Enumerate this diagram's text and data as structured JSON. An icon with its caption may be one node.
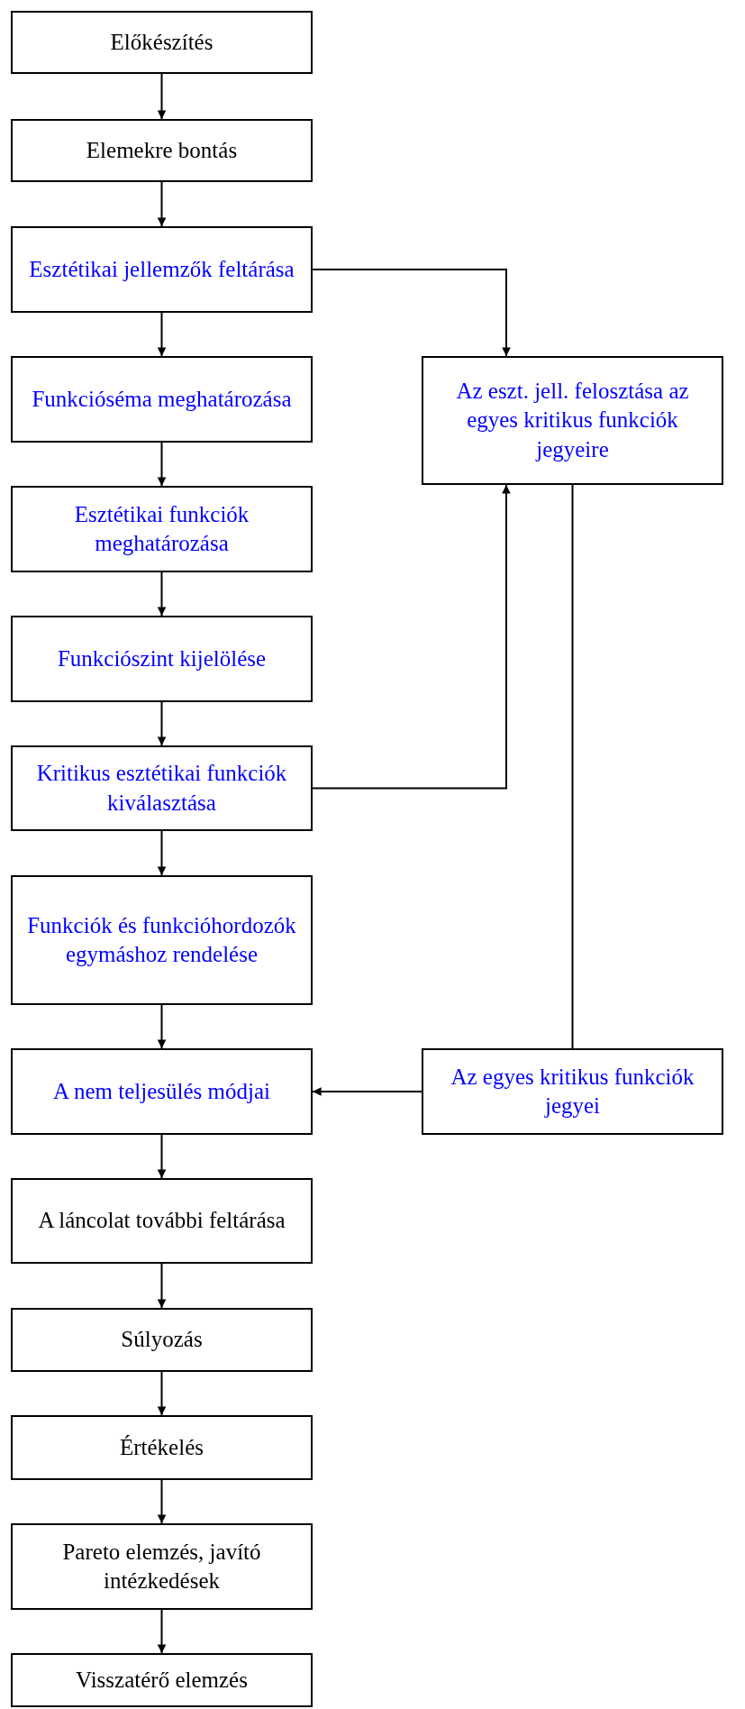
{
  "diagram": {
    "nodes": [
      {
        "text": [
          "Előkészítés"
        ]
      },
      {
        "text": [
          "Elemekre bontás"
        ]
      },
      {
        "text": [
          "Esztétikai jellemzők feltárása"
        ]
      },
      {
        "text": [
          "Funkcióséma meghatározása"
        ]
      },
      {
        "text": [
          "Esztétikai funkciók meghatározása"
        ]
      },
      {
        "text": [
          "Funkciószint kijelölése"
        ]
      },
      {
        "text": [
          "Kritikus esztétikai funkciók kiválasztása"
        ]
      },
      {
        "text": [
          "Funkciók és funkcióhordozók egymáshoz rendelése"
        ]
      },
      {
        "text": [
          "A nem teljesülés módjai"
        ]
      },
      {
        "text": [
          "A láncolat további feltárása"
        ]
      },
      {
        "text": [
          "Súlyozás"
        ]
      },
      {
        "text": [
          "Értékelés"
        ]
      },
      {
        "text": [
          "Pareto elemzés, javító intézkedések"
        ]
      },
      {
        "text": [
          "Visszatérő elemzés"
        ]
      },
      {
        "text": [
          "Az eszt. jell. felosztása az egyes kritikus funkciók jegyeire"
        ]
      },
      {
        "text": [
          "Az egyes kritikus funkciók jegyei"
        ]
      }
    ],
    "edges": [
      {
        "from": 0,
        "to": 1,
        "arrow": "to"
      },
      {
        "from": 1,
        "to": 2,
        "arrow": "to"
      },
      {
        "from": 2,
        "to": 3,
        "arrow": "to"
      },
      {
        "from": 3,
        "to": 4,
        "arrow": "to"
      },
      {
        "from": 4,
        "to": 5,
        "arrow": "to"
      },
      {
        "from": 5,
        "to": 6,
        "arrow": "to"
      },
      {
        "from": 6,
        "to": 7,
        "arrow": "to"
      },
      {
        "from": 7,
        "to": 8,
        "arrow": "to"
      },
      {
        "from": 8,
        "to": 9,
        "arrow": "to"
      },
      {
        "from": 9,
        "to": 10,
        "arrow": "to"
      },
      {
        "from": 10,
        "to": 11,
        "arrow": "to"
      },
      {
        "from": 11,
        "to": 12,
        "arrow": "to"
      },
      {
        "from": 12,
        "to": 13,
        "arrow": "to"
      },
      {
        "from": 2,
        "to": 14,
        "arrow": "to"
      },
      {
        "from": 6,
        "to": 14,
        "arrow": "to"
      },
      {
        "from": 14,
        "to": 15,
        "arrow": "none"
      },
      {
        "from": 15,
        "to": 8,
        "arrow": "to"
      }
    ]
  }
}
